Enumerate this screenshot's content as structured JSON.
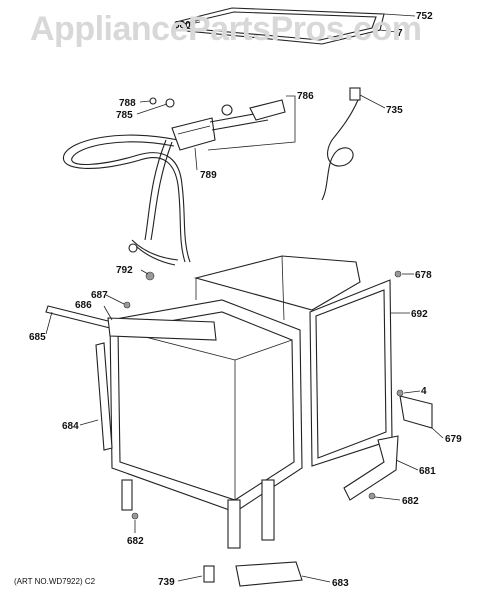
{
  "watermark": "AppliancePartsPros.com",
  "art_number": "(ART NO.WD7922) C2",
  "callouts": [
    {
      "id": "752",
      "text": "752"
    },
    {
      "id": "680",
      "text": "680"
    },
    {
      "id": "7",
      "text": "7"
    },
    {
      "id": "788",
      "text": "788"
    },
    {
      "id": "785",
      "text": "785"
    },
    {
      "id": "786",
      "text": "786"
    },
    {
      "id": "735",
      "text": "735"
    },
    {
      "id": "789",
      "text": "789"
    },
    {
      "id": "792",
      "text": "792"
    },
    {
      "id": "678",
      "text": "678"
    },
    {
      "id": "687",
      "text": "687"
    },
    {
      "id": "686",
      "text": "686"
    },
    {
      "id": "692",
      "text": "692"
    },
    {
      "id": "685",
      "text": "685"
    },
    {
      "id": "4",
      "text": "4"
    },
    {
      "id": "684",
      "text": "684"
    },
    {
      "id": "679",
      "text": "679"
    },
    {
      "id": "681",
      "text": "681"
    },
    {
      "id": "682a",
      "text": "682"
    },
    {
      "id": "682b",
      "text": "682"
    },
    {
      "id": "739",
      "text": "739"
    },
    {
      "id": "683",
      "text": "683"
    }
  ]
}
